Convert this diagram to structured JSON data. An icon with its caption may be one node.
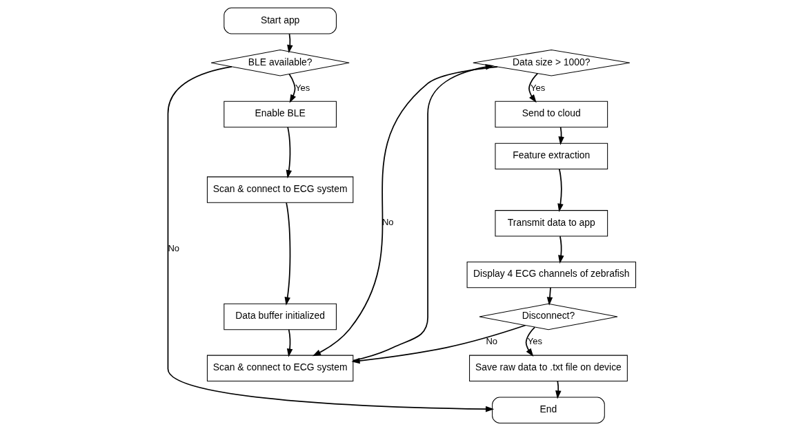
{
  "diagram": {
    "nodes": [
      {
        "text": [
          "Start app"
        ]
      },
      {
        "text": [
          "BLE available?"
        ]
      },
      {
        "text": [
          "Enable BLE"
        ]
      },
      {
        "text": [
          "Scan & connect to ECG system"
        ]
      },
      {
        "text": [
          "Data buffer initialized"
        ]
      },
      {
        "text": [
          "Scan & connect to ECG system"
        ]
      },
      {
        "text": [
          "Data size > 1000?"
        ]
      },
      {
        "text": [
          "Send to cloud"
        ]
      },
      {
        "text": [
          "Feature extraction"
        ]
      },
      {
        "text": [
          "Transmit data to app"
        ]
      },
      {
        "text": [
          "Display 4 ECG channels of zebrafish"
        ]
      },
      {
        "text": [
          "Disconnect?"
        ]
      },
      {
        "text": [
          "Save raw data to .txt file on device"
        ]
      },
      {
        "text": [
          "End"
        ]
      }
    ],
    "edges": [
      {
        "from": 0,
        "to": 1,
        "arrow": "to"
      },
      {
        "from": 1,
        "to": 2,
        "arrow": "to",
        "label": "Yes"
      },
      {
        "from": 1,
        "to": 13,
        "arrow": "to",
        "label": "No"
      },
      {
        "from": 2,
        "to": 3,
        "arrow": "to"
      },
      {
        "from": 3,
        "to": 4,
        "arrow": "to"
      },
      {
        "from": 4,
        "to": 5,
        "arrow": "to"
      },
      {
        "from": 5,
        "to": 6,
        "arrow": "to"
      },
      {
        "from": 6,
        "to": 7,
        "arrow": "to",
        "label": "Yes"
      },
      {
        "from": 6,
        "to": 5,
        "arrow": "to",
        "label": "No"
      },
      {
        "from": 7,
        "to": 8,
        "arrow": "to"
      },
      {
        "from": 8,
        "to": 9,
        "arrow": "to"
      },
      {
        "from": 9,
        "to": 10,
        "arrow": "to"
      },
      {
        "from": 10,
        "to": 11,
        "arrow": "to"
      },
      {
        "from": 11,
        "to": 5,
        "arrow": "to",
        "label": "No"
      },
      {
        "from": 11,
        "to": 12,
        "arrow": "to",
        "label": "Yes"
      },
      {
        "from": 12,
        "to": 13,
        "arrow": "to"
      }
    ]
  }
}
